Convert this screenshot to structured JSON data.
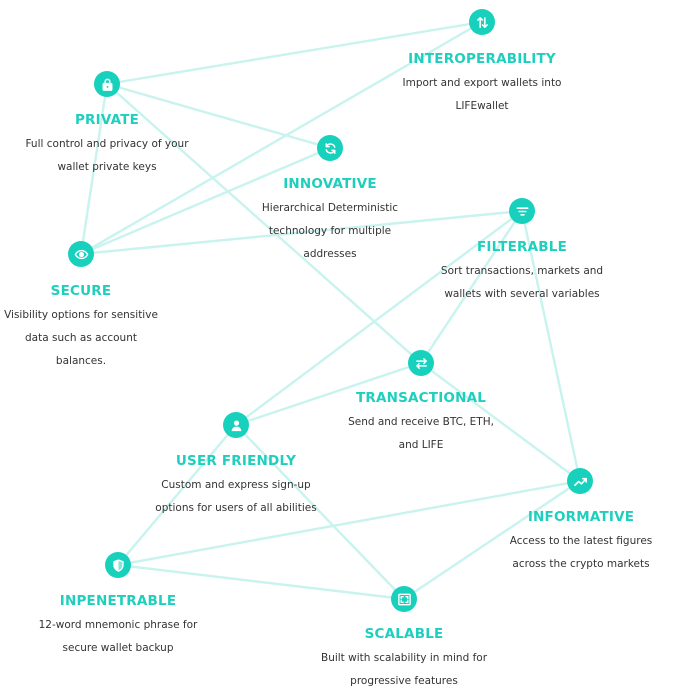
{
  "accent_color": "#17d1bd",
  "line_color": "#c8f3ee",
  "features": [
    {
      "id": "interoperability",
      "title": "INTEROPERABILITY",
      "desc": "Import and export wallets into LIFEwallet",
      "icon": "swap-vertical-icon"
    },
    {
      "id": "private",
      "title": "PRIVATE",
      "desc": "Full control and privacy of your wallet private keys",
      "icon": "lock-icon"
    },
    {
      "id": "innovative",
      "title": "INNOVATIVE",
      "desc": "Hierarchical Deterministic technology for multiple addresses",
      "icon": "refresh-icon"
    },
    {
      "id": "filterable",
      "title": "FILTERABLE",
      "desc": "Sort transactions, markets and wallets with several variables",
      "icon": "filter-icon"
    },
    {
      "id": "secure",
      "title": "SECURE",
      "desc": "Visibility options for sensitive data such as account balances.",
      "icon": "eye-icon"
    },
    {
      "id": "transactional",
      "title": "TRANSACTIONAL",
      "desc": "Send and receive BTC, ETH, and LIFE",
      "icon": "swap-horizontal-icon"
    },
    {
      "id": "user-friendly",
      "title": "USER FRIENDLY",
      "desc": "Custom and express sign-up options for users of all abilities",
      "icon": "user-icon"
    },
    {
      "id": "informative",
      "title": "INFORMATIVE",
      "desc": "Access to the latest figures across the crypto markets",
      "icon": "trending-up-icon"
    },
    {
      "id": "inpenetrable",
      "title": "INPENETRABLE",
      "desc": "12-word mnemonic phrase for secure wallet backup",
      "icon": "shield-icon"
    },
    {
      "id": "scalable",
      "title": "SCALABLE",
      "desc": "Built with scalability in mind for progressive features",
      "icon": "expand-icon"
    }
  ]
}
